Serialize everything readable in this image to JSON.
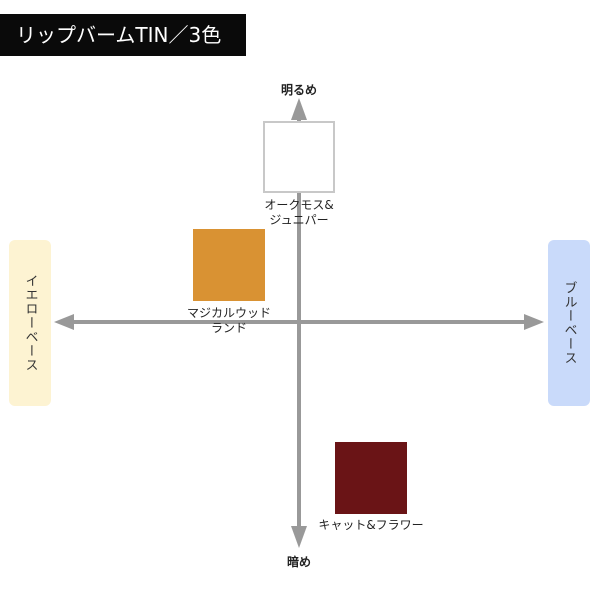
{
  "title": "リップバームTIN／3色",
  "axes": {
    "top": "明るめ",
    "bottom": "暗め",
    "left": "イエローベース",
    "right": "ブルーベース"
  },
  "colors": {
    "title_bg": "#0a0a0a",
    "axis": "#999999",
    "yellow_base": "#fdf3d2",
    "blue_base": "#c9dafa"
  },
  "products": [
    {
      "label_lines": [
        "オークモス&",
        "ジュニパー"
      ],
      "color": "#ffffff",
      "border": "#c8c8c8"
    },
    {
      "label_lines": [
        "マジカルウッド",
        "ランド"
      ],
      "color": "#d99233",
      "border": "#d99233"
    },
    {
      "label_lines": [
        "キャット&フラワー"
      ],
      "color": "#6a1416",
      "border": "#6a1416"
    }
  ]
}
